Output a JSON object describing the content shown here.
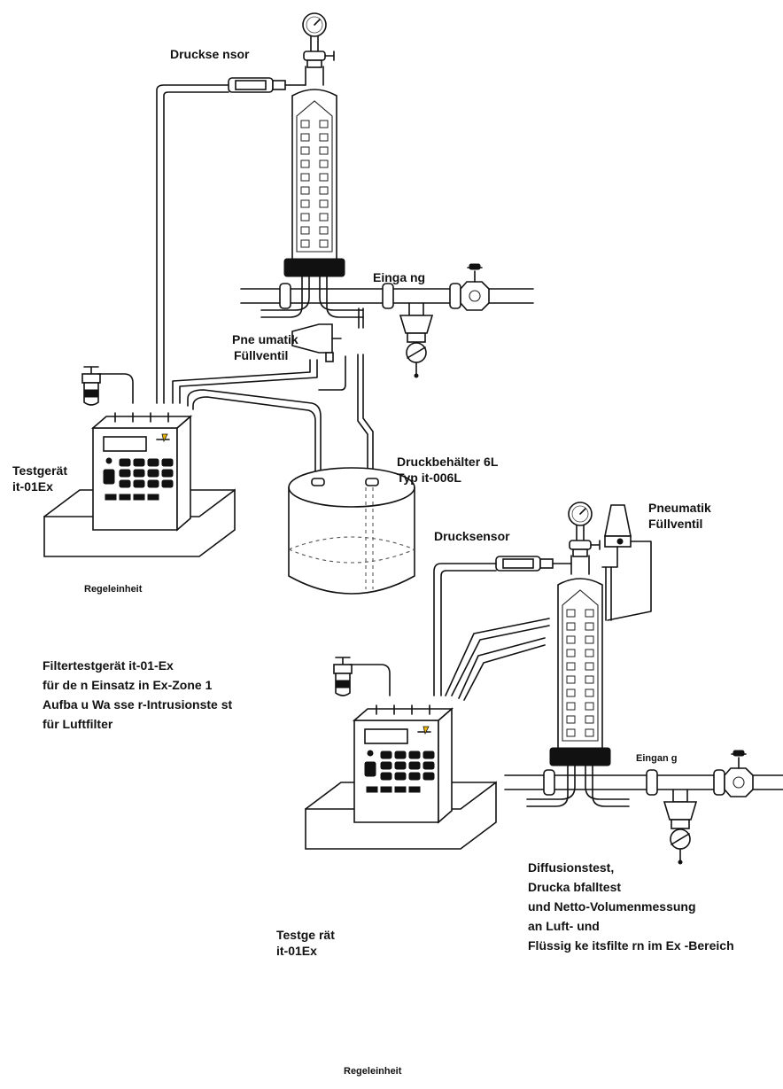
{
  "labels": {
    "sensor_top": "Druckse nsor",
    "inlet_top": "Einga ng",
    "valve_top_1": "Pne umatik",
    "valve_top_2": "Füllventil",
    "tester_left_1": "Testgerät",
    "tester_left_2": "it-01Ex",
    "vessel_1": "Druckbehälter 6L",
    "vessel_2": "Typ it-006L",
    "control_left": "Regeleinheit",
    "valve_right_1": "Pneumatik",
    "valve_right_2": "Füllventil",
    "sensor_right": "Drucksensor",
    "inlet_right": "Eingan g",
    "tester_right_1": "Testge rät",
    "tester_right_2": "it-01Ex",
    "control_right": "Regeleinheit"
  },
  "desc_left": [
    "Filtertestgerät it-01-Ex",
    "für de n Einsatz in Ex-Zone 1",
    "Aufba u Wa sse r-Intrusionste st",
    "für Luftfilter"
  ],
  "desc_right": [
    "Diffusionstest,",
    "Drucka bfalltest",
    "und Netto-Volumenmessung",
    "an Luft- und",
    "Flüssig ke itsfilte rn im Ex -Bereich"
  ]
}
